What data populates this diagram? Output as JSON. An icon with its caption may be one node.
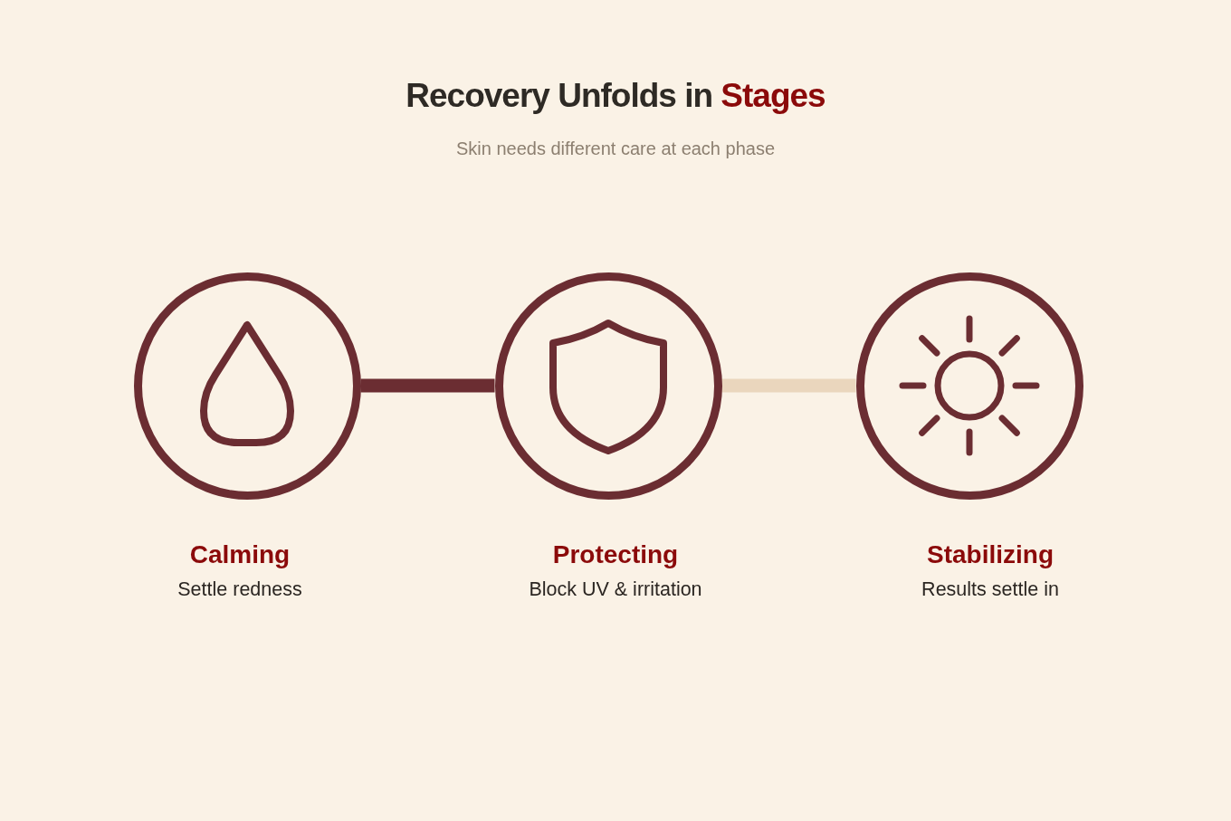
{
  "diagram": {
    "title": "Recovery Unfolds in Stages",
    "nodes": [
      {
        "text": [
          "Calming",
          "Settle redness"
        ]
      },
      {
        "text": [
          "Protecting",
          "Block UV & irritation"
        ]
      },
      {
        "text": [
          "Stabilizing",
          "Results settle in"
        ]
      }
    ],
    "edges": [
      {
        "from": 0,
        "to": 1,
        "arrow": "none",
        "color": "#6b2d32"
      },
      {
        "from": 1,
        "to": 2,
        "arrow": "none",
        "color": "#ead6bd"
      }
    ],
    "labels": [
      "Skin needs different care at each phase"
    ]
  }
}
